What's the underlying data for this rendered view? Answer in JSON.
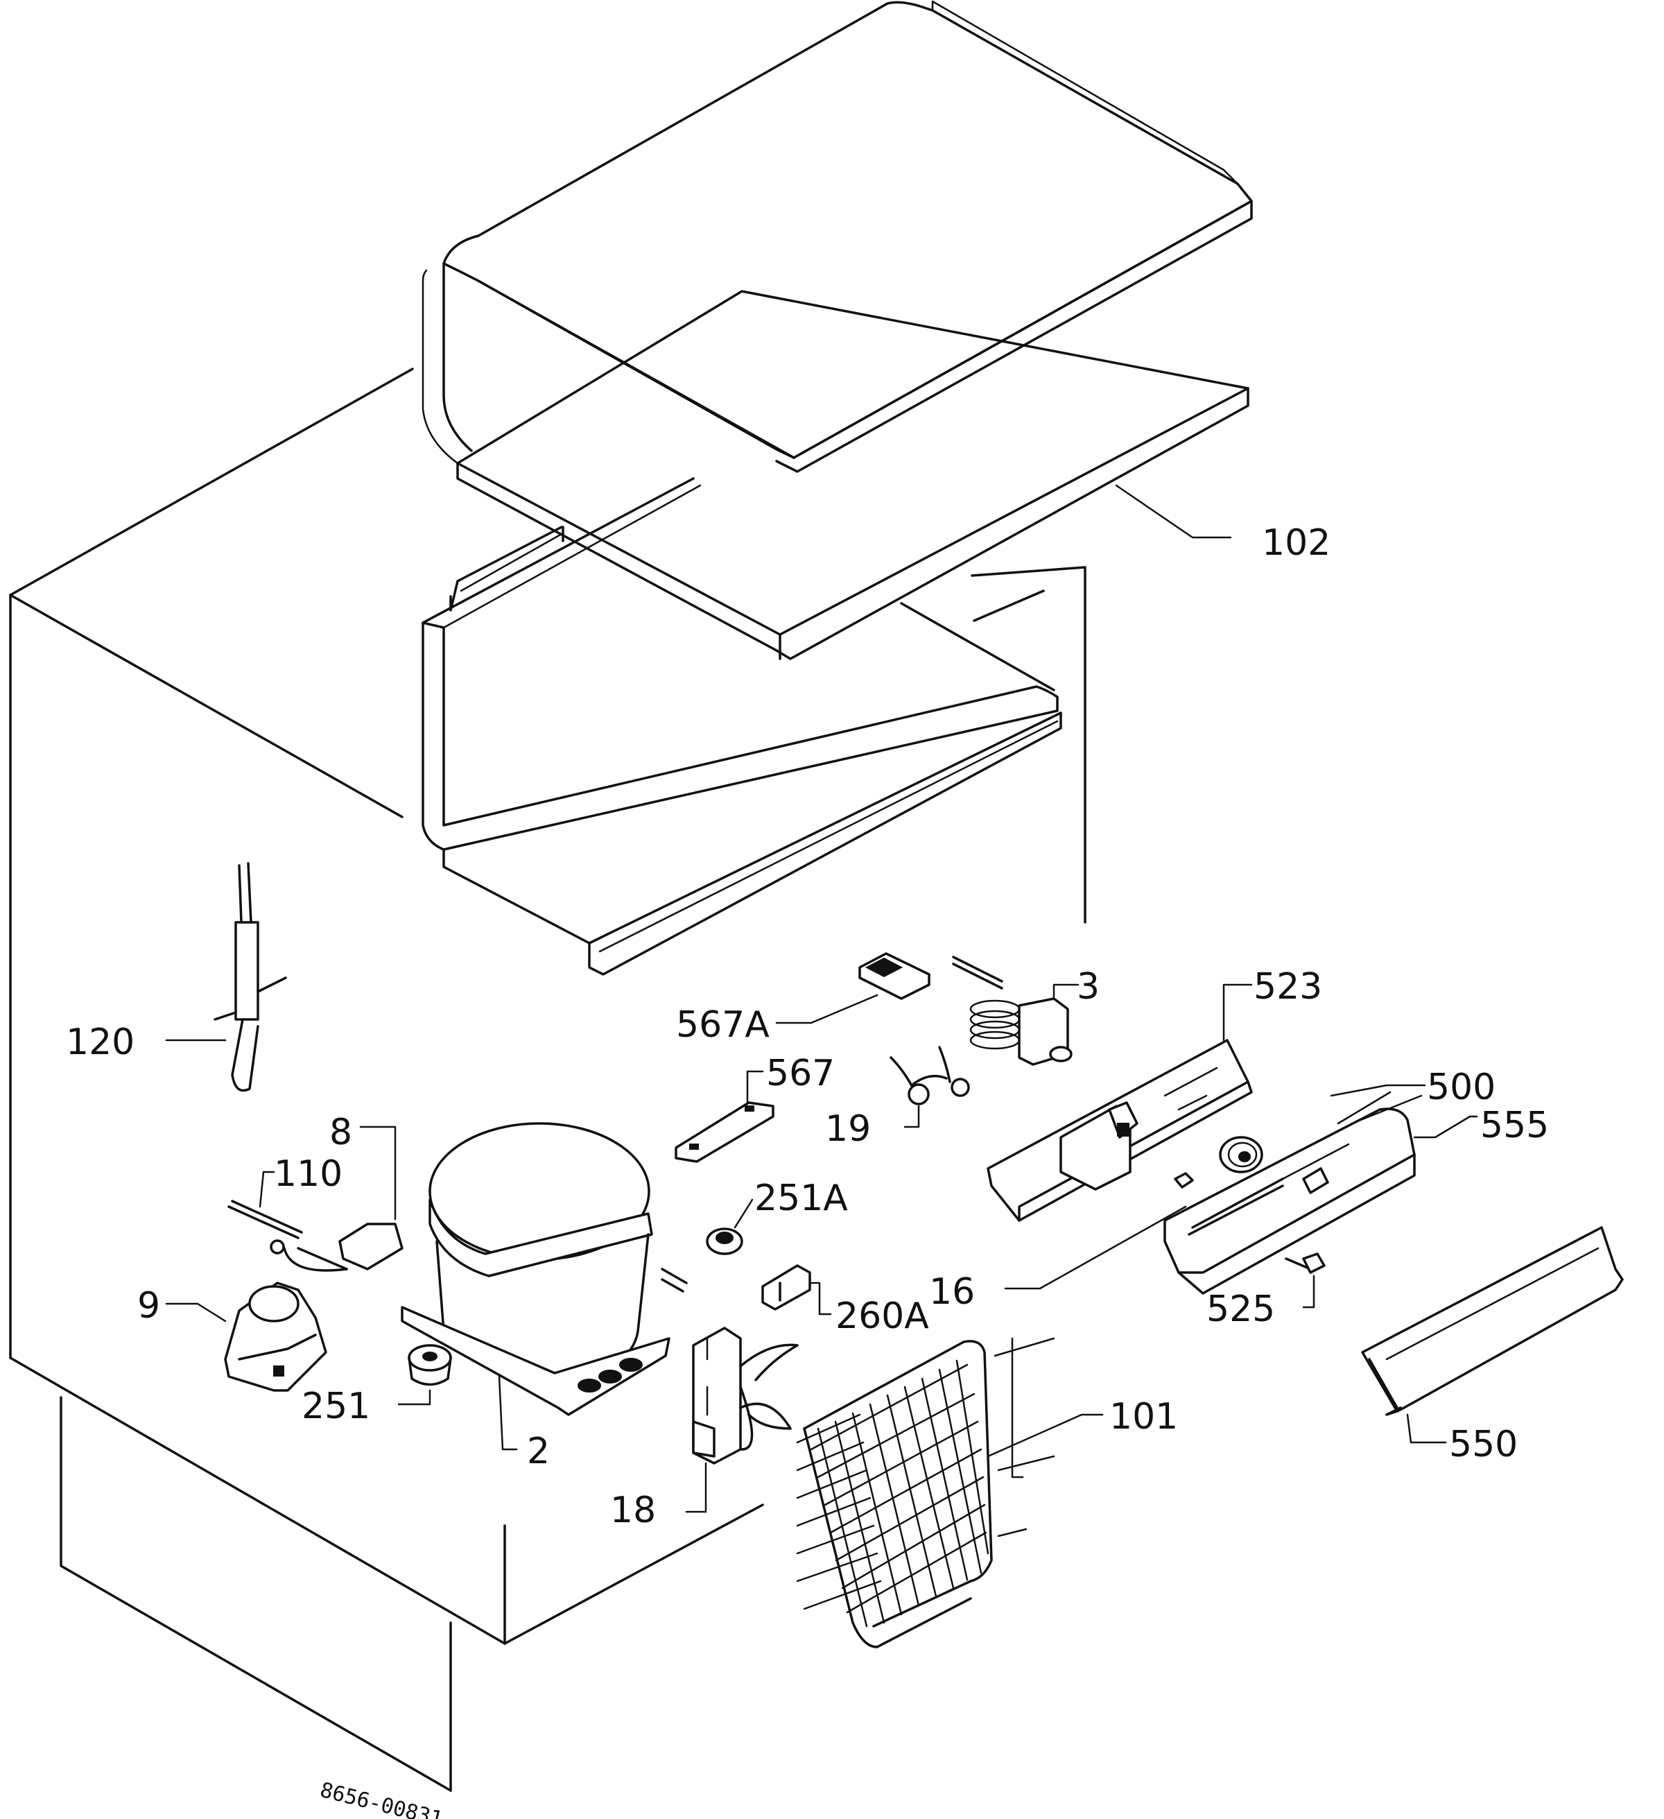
{
  "diagram": {
    "drawing_code": "8656-00831",
    "part_labels": [
      "102",
      "3",
      "523",
      "567A",
      "567",
      "19",
      "500",
      "555",
      "120",
      "8",
      "110",
      "251A",
      "16",
      "9",
      "260A",
      "525",
      "101",
      "251",
      "2",
      "550",
      "18"
    ]
  }
}
